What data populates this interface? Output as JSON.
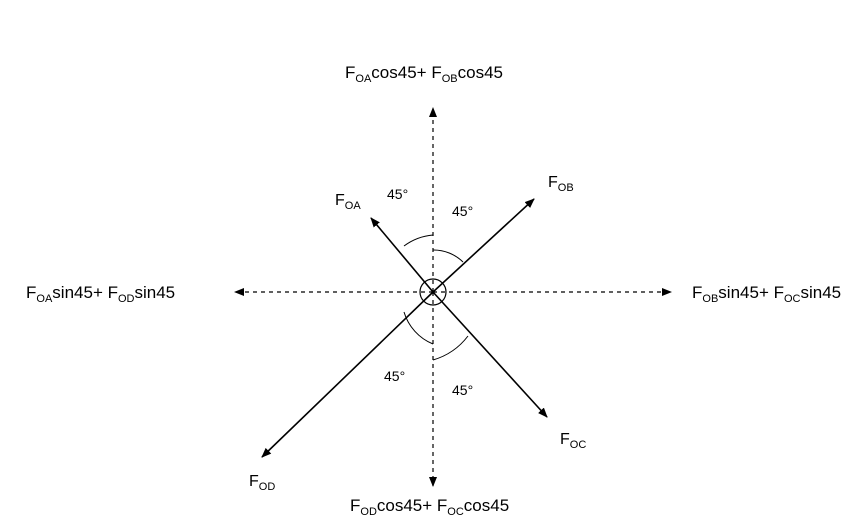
{
  "diagram": {
    "forces": {
      "oa": {
        "main": "F",
        "sub": "OA"
      },
      "ob": {
        "main": "F",
        "sub": "OB"
      },
      "oc": {
        "main": "F",
        "sub": "OC"
      },
      "od": {
        "main": "F",
        "sub": "OD"
      }
    },
    "components": {
      "up": {
        "p1_main": "F",
        "p1_sub": "OA",
        "p1_rest": "cos45+ ",
        "p2_main": "F",
        "p2_sub": "OB",
        "p2_rest": "cos45"
      },
      "down": {
        "p1_main": "F",
        "p1_sub": "OD",
        "p1_rest": "cos45+ ",
        "p2_main": "F",
        "p2_sub": "OC",
        "p2_rest": "cos45"
      },
      "left": {
        "p1_main": "F",
        "p1_sub": "OA",
        "p1_rest": "sin45+ ",
        "p2_main": "F",
        "p2_sub": "OD",
        "p2_rest": "sin45"
      },
      "right": {
        "p1_main": "F",
        "p1_sub": "OB",
        "p1_rest": "sin45+ ",
        "p2_main": "F",
        "p2_sub": "OC",
        "p2_rest": "sin45"
      }
    },
    "angles": {
      "upper_left": "45°",
      "upper_right": "45°",
      "lower_left": "45°",
      "lower_right": "45°"
    },
    "line_color": "#000000",
    "background": "#ffffff"
  }
}
